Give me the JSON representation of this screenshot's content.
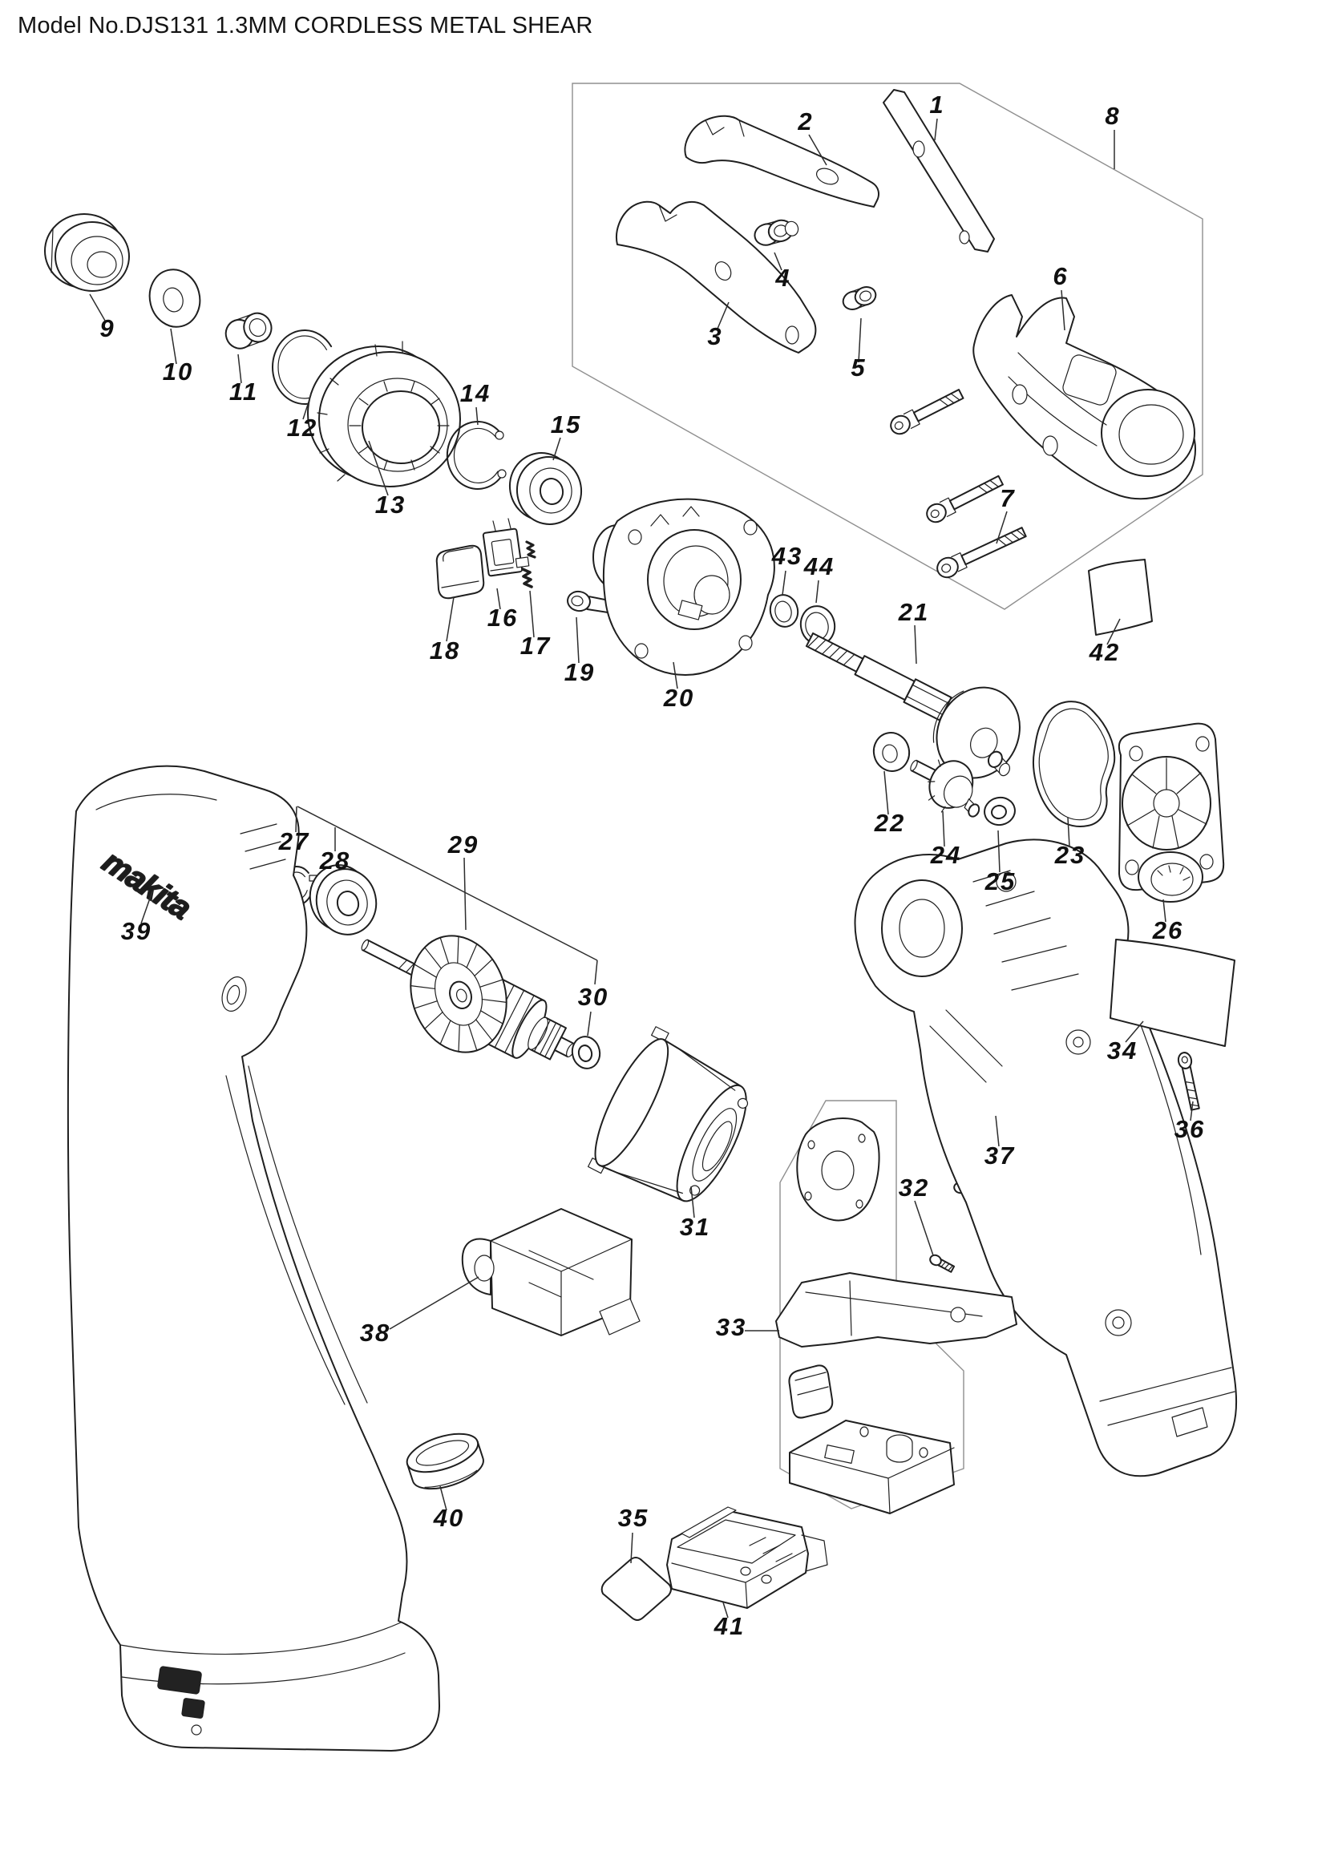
{
  "title": "Model No.DJS131 1.3MM CORDLESS METAL SHEAR",
  "brand": "makita",
  "colors": {
    "background": "#ffffff",
    "line_art": "#1f1f1f",
    "leader_line": "#2d2d2d",
    "group_frame": "#8f8f8f",
    "label_text": "#101010"
  },
  "part_labels": [
    "1",
    "2",
    "3",
    "4",
    "5",
    "6",
    "7",
    "8",
    "9",
    "10",
    "11",
    "12",
    "13",
    "14",
    "15",
    "16",
    "17",
    "18",
    "19",
    "20",
    "21",
    "22",
    "23",
    "24",
    "25",
    "26",
    "27",
    "28",
    "29",
    "30",
    "31",
    "32",
    "33",
    "34",
    "35",
    "36",
    "37",
    "38",
    "39",
    "40",
    "41",
    "42",
    "43",
    "44"
  ]
}
